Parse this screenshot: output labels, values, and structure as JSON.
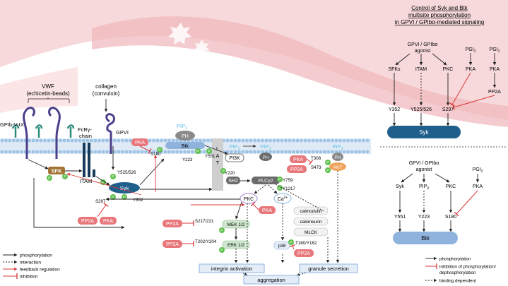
{
  "left": {
    "vwf_title": "VWF",
    "vwf_sub": "(echicetin-beads)",
    "collagen_title": "collagen",
    "collagen_sub": "(convulxin)",
    "gpib_label": "GPIb-V-IX",
    "fcr_label1": "FcRγ-",
    "fcr_label2": "chain",
    "gpvi_label": "GPVI",
    "sfk": "SFK",
    "itam": "ITAM",
    "syk": "Syk",
    "btk": "Btk",
    "ph": "PH",
    "lat": [
      "L",
      "A",
      "T"
    ],
    "pip3": "PIP",
    "pip3_sub": "3",
    "pi3k": "PI3K",
    "sh2": "SH2",
    "plcg2": "PLCγ2",
    "pkc": "PKC",
    "pka": "PKA",
    "pp2a": "PP2A",
    "akt": "AKT",
    "ca": "Ca",
    "ca_sup": "2+",
    "mek": "MEK 1/2",
    "erk": "ERK 1/2",
    "p38": "p38",
    "calcium_proteins": [
      "calmodulin",
      "calcineurin",
      "MLCK"
    ],
    "p_mark": "P",
    "sites": {
      "s180": "S180",
      "y223": "Y223",
      "y551": "Y551",
      "y525": "Y525/526",
      "y352": "Y352",
      "s297": "S297",
      "y220": "Y220",
      "y759": "Y759",
      "y1217": "Y1217",
      "t308": "T308",
      "s473": "S473",
      "s217": "S217/221",
      "t202": "T202/Y204",
      "t180": "T180/Y182"
    },
    "outcomes": {
      "integrin": "integrin activation",
      "granule": "granule secretion",
      "aggregation": "aggregation"
    },
    "legend": [
      "phosphorylation",
      "interaction",
      "feedback regulation",
      "inhibition"
    ]
  },
  "right": {
    "title": [
      "Control of Syk and Btk",
      "multisite phosphorylation",
      "in GPVI / GPIbα-mediated signaling"
    ],
    "agonist1": "GPVI / GPIbα",
    "agonist2": "agonist",
    "pgi": "PGI",
    "pgi_sub": "2",
    "syk_top": {
      "inputs": [
        "SFKs",
        "ITAM",
        "PKC"
      ],
      "pka": "PKA",
      "pp2a": "PP2A",
      "sites": [
        "Y352",
        "Y525/526",
        "S297"
      ],
      "target": "Syk"
    },
    "btk_bottom": {
      "inputs": [
        "Syk",
        "PIP",
        "PKC"
      ],
      "pip_sub": "3",
      "pka": "PKA",
      "sites": [
        "Y551",
        "Y223",
        "S180"
      ],
      "target": "Btk"
    },
    "legend": [
      "phosphorylation",
      "inhibition of phosphorylation/",
      "dephosphorylation",
      "binding dependent"
    ]
  },
  "colors": {
    "membrane": "#9dc3e6",
    "syk": "#1f5f8b",
    "btk": "#8fb3dd",
    "inhibitor": "#e8777b",
    "phospho": "#5cbf4a",
    "sfk": "#a27334",
    "pip3": "#5bc0eb",
    "plc": "#6b6b6b",
    "feedback": "#d9383a",
    "blood": "#f3c9cc"
  }
}
